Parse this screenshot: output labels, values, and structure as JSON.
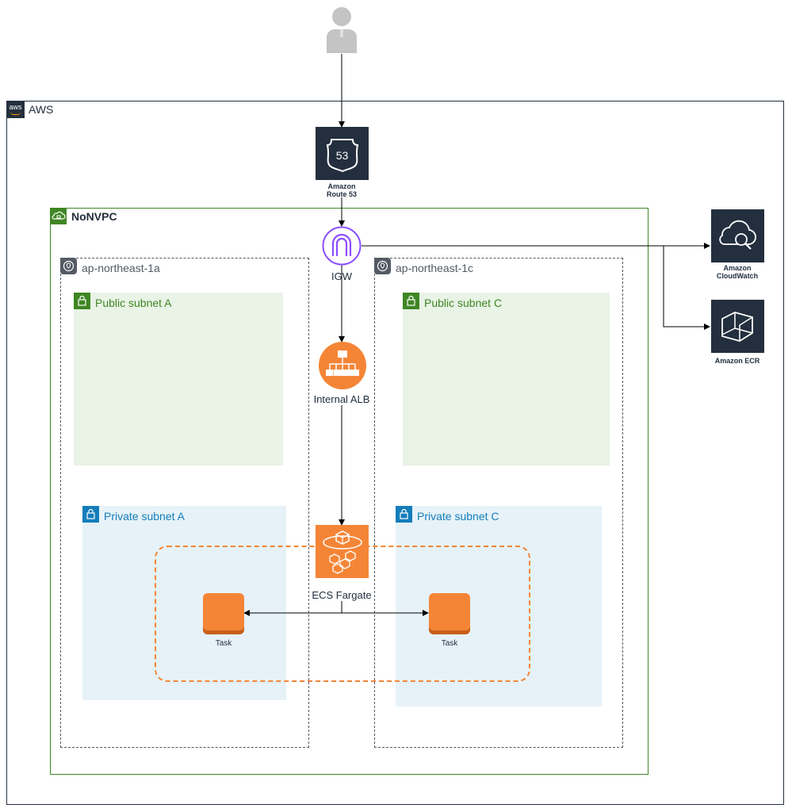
{
  "aws_cloud": {
    "label": "AWS",
    "logo_text": "aws"
  },
  "vpc": {
    "label": "NoNVPC"
  },
  "azs": [
    {
      "label": "ap-northeast-1a"
    },
    {
      "label": "ap-northeast-1c"
    }
  ],
  "subnets": {
    "public_a": "Public subnet A",
    "public_c": "Public subnet C",
    "private_a": "Private subnet A",
    "private_c": "Private subnet C"
  },
  "services": {
    "route53": {
      "line1": "Amazon",
      "line2": "Route 53",
      "badge": "53"
    },
    "igw": "IGW",
    "alb": "Internal ALB",
    "fargate": "ECS Fargate",
    "task_a": "Task",
    "task_c": "Task",
    "cloudwatch": {
      "line1": "Amazon",
      "line2": "CloudWatch"
    },
    "ecr": "Amazon ECR"
  },
  "colors": {
    "aws_border": "#232f3e",
    "vpc_green": "#3f8624",
    "public_fill": "#e9f3e6",
    "private_fill": "#e6f2f8",
    "private_blue": "#147eba",
    "az_gray": "#545b64",
    "orange": "#f58536",
    "igw_purple": "#8c4fff",
    "service_dark": "#232f3e"
  }
}
